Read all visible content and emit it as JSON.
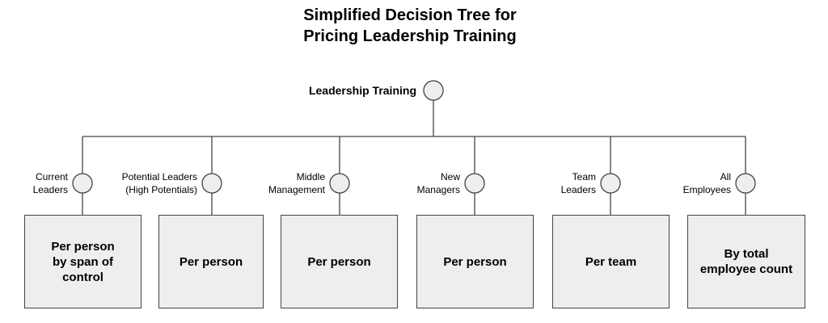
{
  "title": {
    "lines": [
      "Simplified Decision Tree for",
      "Pricing Leadership Training"
    ]
  },
  "root": {
    "label": "Leadership Training"
  },
  "branches": [
    {
      "label_lines": [
        "Current",
        "Leaders"
      ],
      "leaf_lines": [
        "Per person",
        "by span of",
        "control"
      ]
    },
    {
      "label_lines": [
        "Potential Leaders",
        "(High Potentials)"
      ],
      "leaf_lines": [
        "Per person"
      ]
    },
    {
      "label_lines": [
        "Middle",
        "Management"
      ],
      "leaf_lines": [
        "Per person"
      ]
    },
    {
      "label_lines": [
        "New",
        "Managers"
      ],
      "leaf_lines": [
        "Per person"
      ]
    },
    {
      "label_lines": [
        "Team",
        "Leaders"
      ],
      "leaf_lines": [
        "Per team"
      ]
    },
    {
      "label_lines": [
        "All",
        "Employees"
      ],
      "leaf_lines": [
        "By total",
        "employee count"
      ]
    }
  ],
  "colors": {
    "line": "#444444",
    "node_fill": "#eeeeee",
    "text": "#000000"
  }
}
